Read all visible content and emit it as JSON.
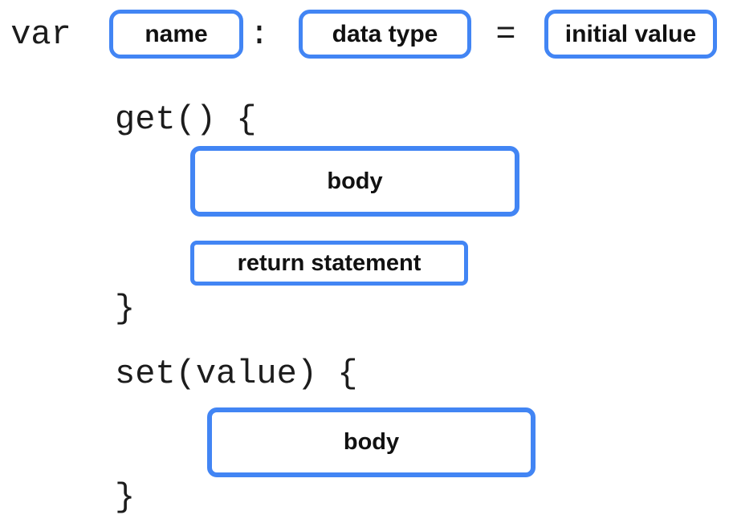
{
  "colors": {
    "accent_blue": "#4285F4",
    "code_text": "#1c1c1c",
    "label_text": "#111111",
    "background": "#ffffff"
  },
  "diagram": {
    "declaration": {
      "keyword": "var",
      "name_placeholder": "name",
      "colon": ":",
      "type_placeholder": "data type",
      "equals": "=",
      "initial_value_placeholder": "initial value"
    },
    "getter": {
      "open_line": "get() {",
      "body_placeholder": "body",
      "return_placeholder": "return statement",
      "close_brace": "}"
    },
    "setter": {
      "open_line": "set(value) {",
      "body_placeholder": "body",
      "close_brace": "}"
    }
  }
}
